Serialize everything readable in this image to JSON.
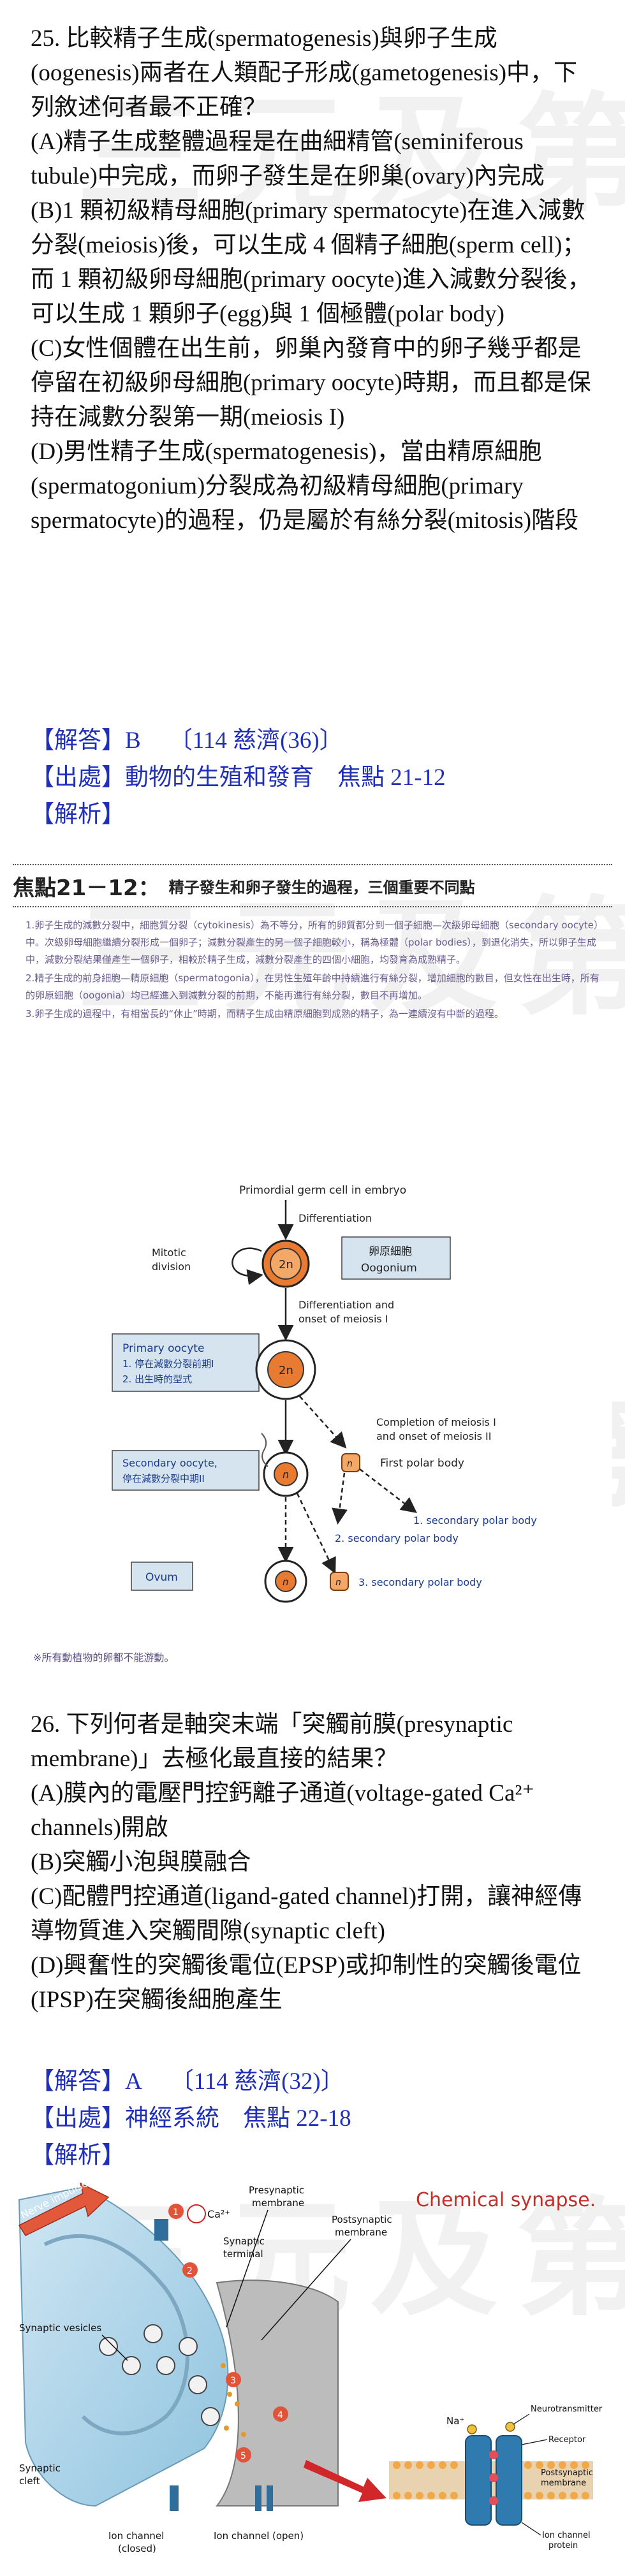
{
  "watermark": "三元及第",
  "q25": {
    "stem": "25. 比較精子生成(spermatogenesis)與卵子生成(oogenesis)兩者在人類配子形成(gametogenesis)中，下列敘述何者最不正確？",
    "options": [
      "(A)精子生成整體過程是在曲細精管(seminiferous tubule)中完成，而卵子發生是在卵巢(ovary)內完成",
      "(B)1 顆初級精母細胞(primary spermatocyte)在進入減數分裂(meiosis)後，可以生成 4 個精子細胞(sperm cell)；而 1 顆初級卵母細胞(primary oocyte)進入減數分裂後，可以生成 1 顆卵子(egg)與 1 個極體(polar body)",
      "(C)女性個體在出生前，卵巢內發育中的卵子幾乎都是停留在初級卵母細胞(primary oocyte)時期，而且都是保持在減數分裂第一期(meiosis I)",
      "(D)男性精子生成(spermatogenesis)，當由精原細胞(spermatogonium)分裂成為初級精母細胞(primary spermatocyte)的過程，仍是屬於有絲分裂(mitosis)階段"
    ],
    "answer_label": "【解答】B",
    "answer_ref": "〔114 慈濟(36)〕",
    "source_label": "【出處】動物的生殖和發育　焦點 21-12",
    "analysis_label": "【解析】"
  },
  "figure1": {
    "title": "焦點21－12：",
    "subtitle": "精子發生和卵子發生的過程，三個重要不同點",
    "notes": [
      "1.卵子生成的減數分裂中，細胞質分裂（cytokinesis）為不等分，所有的卵質都分到一個子細胞—次級卵母細胞（secondary oocyte）中。次級卵母細胞繼續分裂形成一個卵子；減數分裂產生的另一個子細胞較小，稱為極體（polar bodies），到退化消失，所以卵子生成中，減數分裂結果僅產生一個卵子，相較於精子生成，減數分裂產生的四個小細胞，均發育為成熟精子。",
      "2.精子生成的前身細胞—精原細胞（spermatogonia），在男性生殖年齡中持續進行有絲分裂，增加細胞的數目，但女性在出生時，所有的卵原細胞（oogonia）均已經進入到減數分裂的前期，不能再進行有絲分裂，數目不再增加。",
      "3.卵子生成的過程中，有相當長的“休止”時期，而精子生成由精原細胞到成熟的精子，為一連續沒有中斷的過程。"
    ],
    "labels": {
      "pgc": "Primordial germ cell in embryo",
      "differentiation": "Differentiation",
      "mitotic1": "Mitotic",
      "mitotic2": "division",
      "oogonium_zh": "卵原細胞",
      "oogonium": "Oogonium",
      "diff_meiosis1": "Differentiation and",
      "diff_meiosis2": "onset of meiosis I",
      "primary_oocyte": "Primary oocyte",
      "po_note1": "1. 停在減數分裂前期I",
      "po_note2": "2. 出生時的型式",
      "completion1": "Completion of meiosis I",
      "completion2": "and onset of meiosis II",
      "first_polar": "First polar body",
      "secondary_oocyte1": "Secondary oocyte,",
      "secondary_oocyte2": "停在減數分裂中期II",
      "spb1": "1. secondary polar body",
      "spb2": "2. secondary polar body",
      "spb3": "3. secondary polar body",
      "ovum": "Ovum",
      "twon": "2n",
      "n": "n"
    },
    "footnote": "※所有動植物的卵都不能游動。"
  },
  "q26": {
    "stem": "26. 下列何者是軸突末端「突觸前膜(presynaptic membrane)」去極化最直接的結果？",
    "options": [
      "(A)膜內的電壓門控鈣離子通道(voltage-gated Ca²⁺ channels)開啟",
      "(B)突觸小泡與膜融合",
      "(C)配體門控通道(ligand-gated channel)打開，讓神經傳導物質進入突觸間隙(synaptic cleft)",
      "(D)興奮性的突觸後電位(EPSP)或抑制性的突觸後電位(IPSP)在突觸後細胞產生"
    ],
    "answer_label": "【解答】A",
    "answer_ref": "〔114 慈濟(32)〕",
    "source_label": "【出處】神經系統　焦點 22-18",
    "analysis_label": "【解析】"
  },
  "figure2": {
    "title": "Chemical synapse.",
    "labels": {
      "nerve_impulse": "Nerve impulse",
      "ca": "Ca²⁺",
      "presyn1": "Presynaptic",
      "presyn2": "membrane",
      "postsyn1": "Postsynaptic",
      "postsyn2": "membrane",
      "synterm1": "Synaptic",
      "synterm2": "terminal",
      "vesicles": "Synaptic vesicles",
      "cleft1": "Synaptic",
      "cleft2": "cleft",
      "ionc_closed1": "Ion channel",
      "ionc_closed2": "(closed)",
      "ionc_open": "Ion channel (open)",
      "na": "Na⁺",
      "nt": "Neurotransmitter",
      "receptor": "Receptor",
      "postm1": "Postsynaptic",
      "postm2": "membrane",
      "icp1": "Ion channel",
      "icp2": "protein",
      "s1": "1",
      "s2": "2",
      "s3": "3",
      "s4": "4",
      "s5": "5"
    }
  }
}
